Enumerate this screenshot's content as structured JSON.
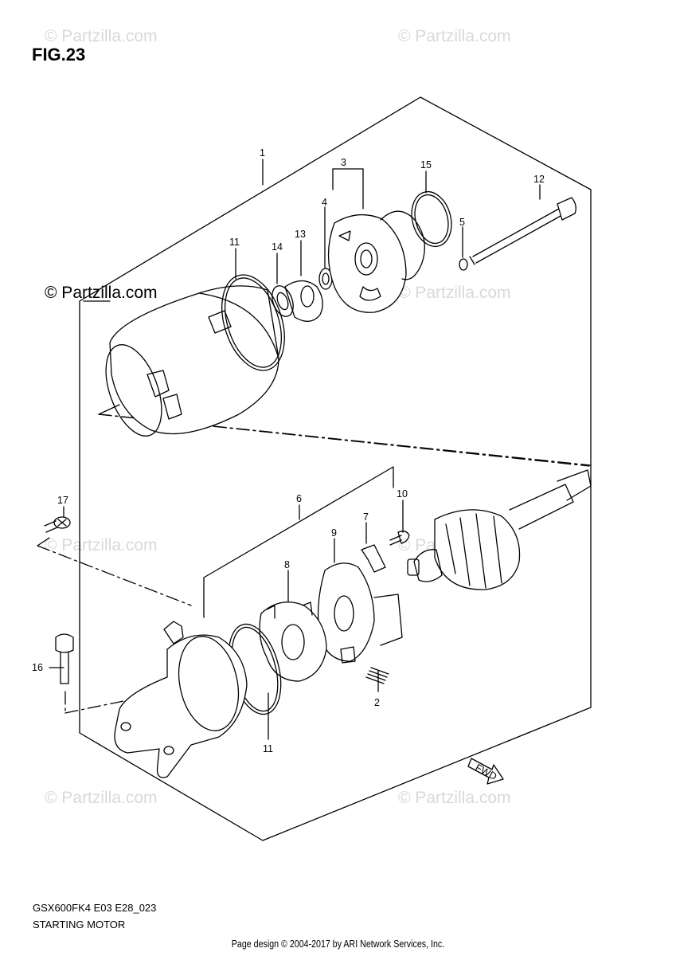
{
  "figure": {
    "title": "FIG.23",
    "model_code": "GSX600FK4 E03 E28_023",
    "caption": "STARTING MOTOR"
  },
  "watermarks": {
    "main": "© Partzilla.com",
    "faint": [
      "© Partzilla.com",
      "© Partzilla.com",
      "© Partzilla.com",
      "© Partzilla.com",
      "© Partzilla.com",
      "© Partzilla.com",
      "© Partzilla.com"
    ]
  },
  "footer": "Page design © 2004-2017 by ARI Network Services, Inc.",
  "callouts": {
    "c1": "1",
    "c2": "2",
    "c3": "3",
    "c4": "4",
    "c5": "5",
    "c6": "6",
    "c7": "7",
    "c8": "8",
    "c9": "9",
    "c10": "10",
    "c11a": "11",
    "c11b": "11",
    "c12": "12",
    "c13": "13",
    "c14": "14",
    "c15": "15",
    "c16": "16",
    "c17": "17"
  },
  "fwd_label": "FWD",
  "colors": {
    "line": "#000000",
    "watermark": "#d9d9d9"
  }
}
